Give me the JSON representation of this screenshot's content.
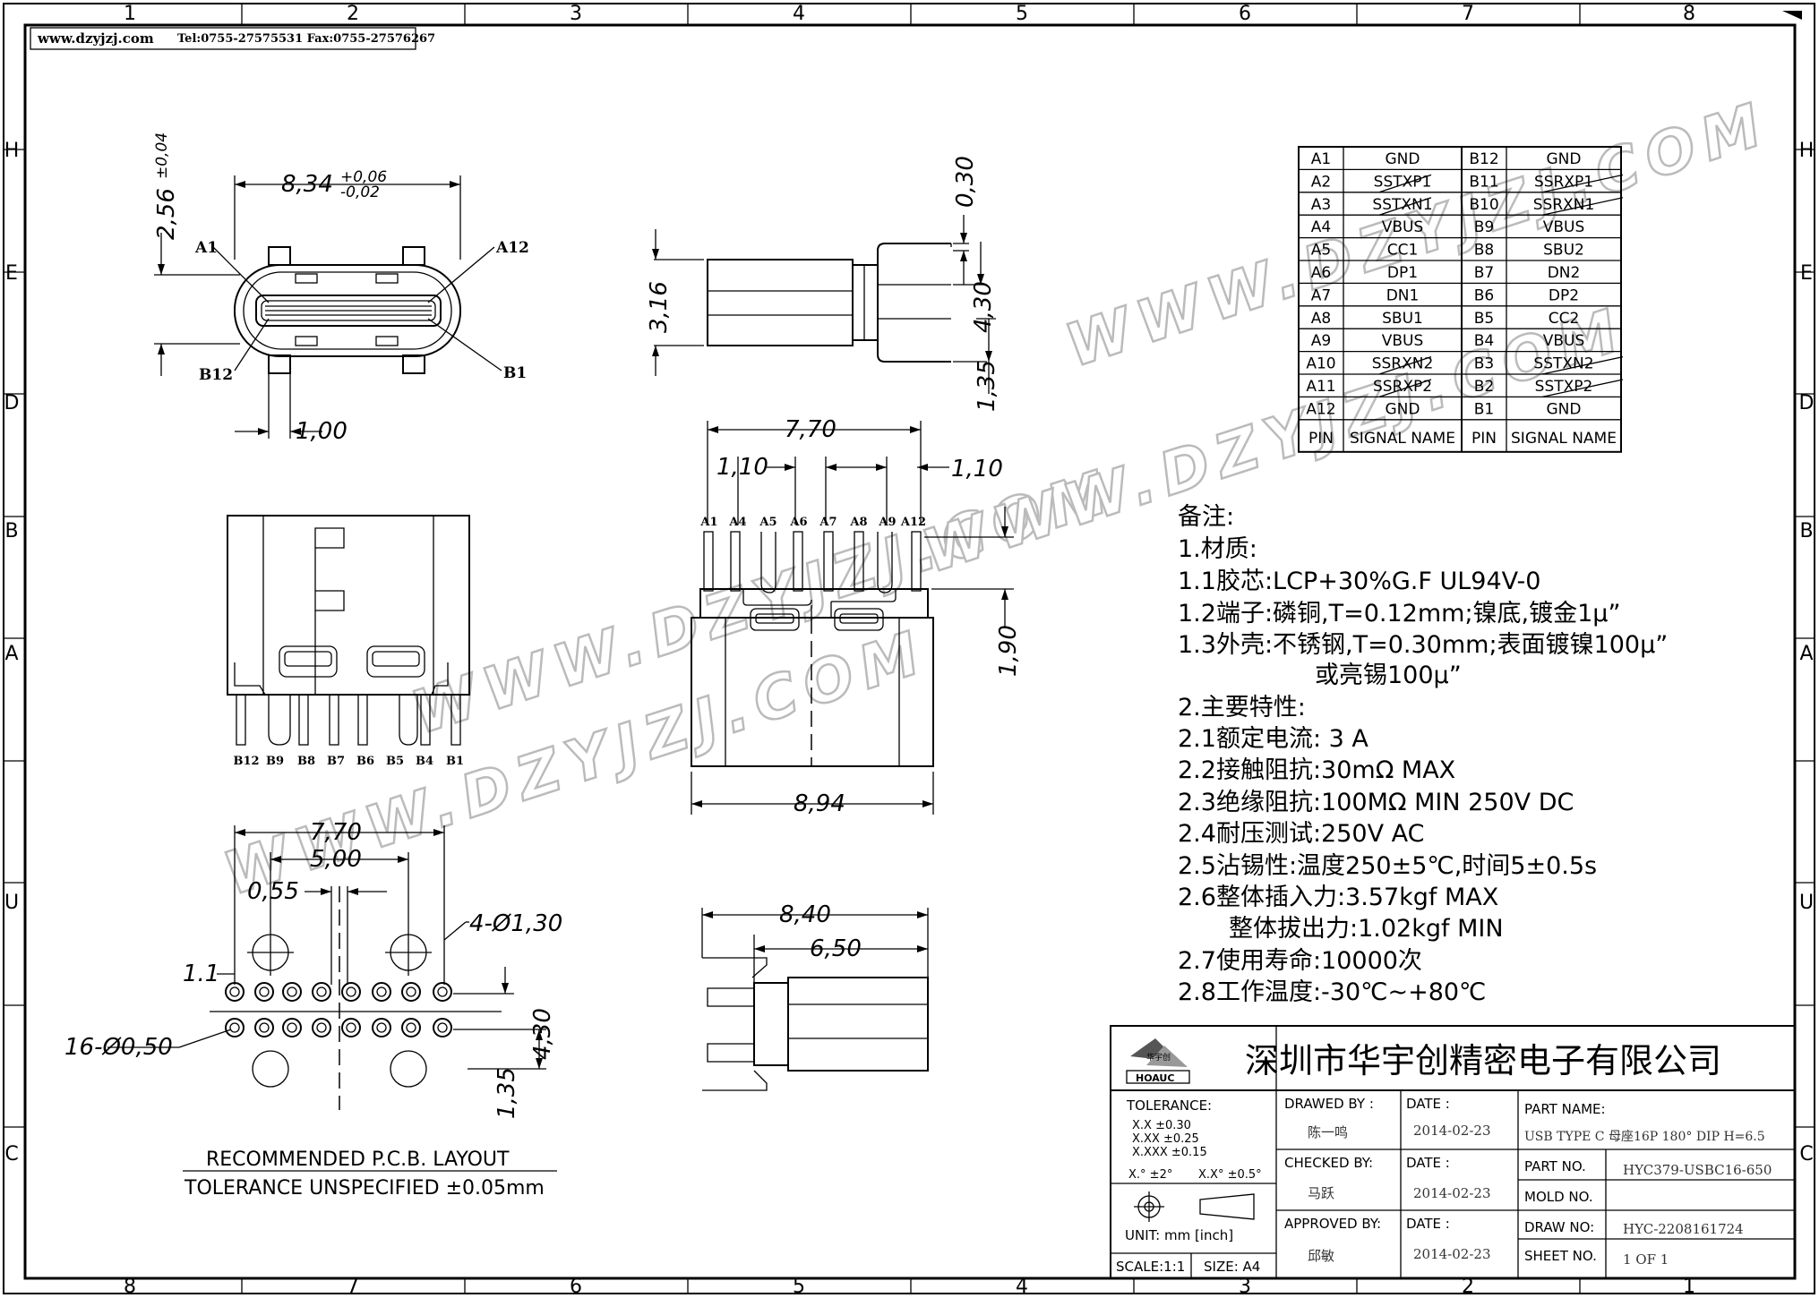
{
  "header": {
    "website": "www.dzyjzj.com",
    "contact": "Tel:0755-27575531  Fax:0755-27576267"
  },
  "grid": {
    "top_cols": [
      "1",
      "2",
      "3",
      "4",
      "5",
      "6",
      "7",
      "8"
    ],
    "bottom_cols": [
      "8",
      "7",
      "6",
      "5",
      "4",
      "3",
      "2",
      "1"
    ],
    "left_rows": [
      "H",
      "E",
      "D",
      "B",
      "A",
      "U",
      "C"
    ],
    "right_rows": [
      "H",
      "E",
      "D",
      "B",
      "A",
      "U",
      "C"
    ]
  },
  "watermark": "WWW.DZYJZJ.COM",
  "front_view": {
    "dim_width": "8,34",
    "dim_width_tol_plus": "+0,06",
    "dim_width_tol_minus": "-0,02",
    "dim_height": "2,56",
    "dim_height_tol": "±0,04",
    "dim_pitch": "1,00",
    "label_a1": "A1",
    "label_a12": "A12",
    "label_b12": "B12",
    "label_b1": "B1"
  },
  "side_view": {
    "dim_h": "3,16",
    "dim_t": "0,30",
    "dim_pin": "4,30",
    "dim_off": "1,35"
  },
  "top_view": {
    "dim_width": "7,70",
    "dim_left": "1,10",
    "dim_right": "1,10",
    "dim_pin": "1,90",
    "dim_bottom": "8,94",
    "pins": [
      "A1",
      "A4",
      "A5",
      "A6",
      "A7",
      "A8",
      "A9",
      "A12"
    ]
  },
  "bottom_view": {
    "pins": [
      "B12",
      "B9",
      "B8",
      "B7",
      "B6",
      "B5",
      "B4",
      "B1"
    ]
  },
  "pcb": {
    "dim_770": "7,70",
    "dim_500": "5,00",
    "dim_055": "0,55",
    "dim_11": "1.1",
    "dim_holes": "4-Ø1,30",
    "dim_pads": "16-Ø0,50",
    "dim_430": "4,30",
    "dim_135": "1,35",
    "title": "RECOMMENDED    P.C.B.  LAYOUT",
    "tolerance": "TOLERANCE  UNSPECIFIED  ±0.05mm"
  },
  "side_view2": {
    "dim_840": "8,40",
    "dim_650": "6,50"
  },
  "pin_table": {
    "rows": [
      [
        "A1",
        "GND",
        "B12",
        "GND"
      ],
      [
        "A2",
        "SSTXP1",
        "B11",
        "SSRXP1"
      ],
      [
        "A3",
        "SSTXN1",
        "B10",
        "SSRXN1"
      ],
      [
        "A4",
        "VBUS",
        "B9",
        "VBUS"
      ],
      [
        "A5",
        "CC1",
        "B8",
        "SBU2"
      ],
      [
        "A6",
        "DP1",
        "B7",
        "DN2"
      ],
      [
        "A7",
        "DN1",
        "B6",
        "DP2"
      ],
      [
        "A8",
        "SBU1",
        "B5",
        "CC2"
      ],
      [
        "A9",
        "VBUS",
        "B4",
        "VBUS"
      ],
      [
        "A10",
        "SSRXN2",
        "B3",
        "SSTXN2"
      ],
      [
        "A11",
        "SSRXP2",
        "B2",
        "SSTXP2"
      ],
      [
        "A12",
        "GND",
        "B1",
        "GND"
      ]
    ],
    "footer": [
      "PIN",
      "SIGNAL NAME",
      "PIN",
      "SIGNAL NAME"
    ]
  },
  "notes": {
    "l0": "备注:",
    "l1": "1.材质:",
    "l2": "1.1胶芯:LCP+30%G.F  UL94V-0",
    "l3": "1.2端子:磷铜,T=0.12mm;镍底,镀金1μ”",
    "l4": "1.3外壳:不锈钢,T=0.30mm;表面镀镍100μ”",
    "l5": "或亮锡100μ”",
    "l6": "2.主要特性:",
    "l7": "2.1额定电流:   3 A",
    "l8": "2.2接触阻抗:30mΩ  MAX",
    "l9": "2.3绝缘阻抗:100MΩ  MIN  250V  DC",
    "l10": "2.4耐压测试:250V  AC",
    "l11": "2.5沾锡性:温度250±5℃,时间5±0.5s",
    "l12": "2.6整体插入力:3.57kgf  MAX",
    "l13": "整体拔出力:1.02kgf  MIN",
    "l14": "2.7使用寿命:10000次",
    "l15": "2.8工作温度:-30℃~+80℃"
  },
  "title_block": {
    "company": "深圳市华宇创精密电子有限公司",
    "logo_text": "HOAUC",
    "logo_cn": "华宇创",
    "tolerance_label": "TOLERANCE:",
    "tol_x": "X.X     ±0.30",
    "tol_xx": "X.XX    ±0.25",
    "tol_xxx": "X.XXX  ±0.15",
    "tol_ang1": "X.°  ±2°",
    "tol_ang2": "X.X°  ±0.5°",
    "unit": "UNIT:  mm  [inch]",
    "scale": "SCALE:1:1",
    "size": "SIZE:  A4",
    "drawed_by_label": "DRAWED  BY :",
    "drawed_by": "陈一鸣",
    "checked_by_label": "CHECKED  BY:",
    "checked_by": "马跃",
    "approved_by_label": "APPROVED  BY:",
    "approved_by": "邱敏",
    "date_label": "DATE  :",
    "date1": "2014-02-23",
    "date2": "2014-02-23",
    "date3": "2014-02-23",
    "part_name_label": "PART  NAME:",
    "part_name": "USB  TYPE  C  母座16P  180°  DIP  H=6.5",
    "part_no_label": "PART  NO.",
    "part_no": "HYC379-USBC16-650",
    "mold_no_label": "MOLD  NO.",
    "mold_no": "",
    "draw_no_label": "DRAW  NO:",
    "draw_no": "HYC-2208161724",
    "sheet_no_label": "SHEET  NO.",
    "sheet_no": "1  OF  1"
  }
}
